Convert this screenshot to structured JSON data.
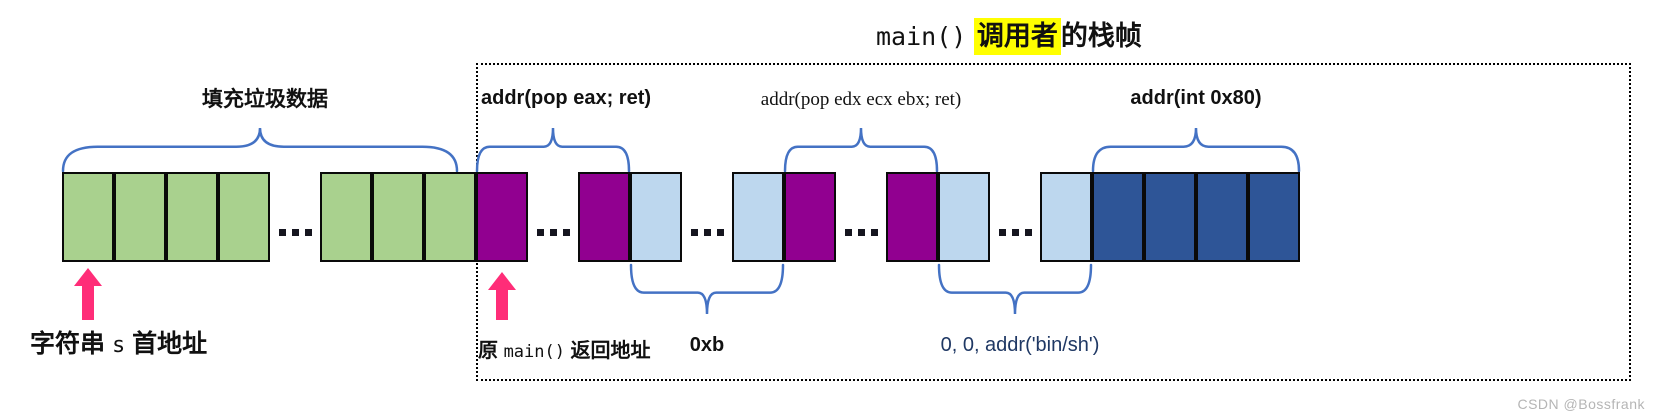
{
  "title": {
    "code": "main()",
    "highlight": "调用者",
    "suffix": "的栈帧"
  },
  "top_labels": {
    "garbage": "填充垃圾数据",
    "pop_eax": "addr(pop eax; ret)",
    "pop_regs": "addr(pop edx ecx ebx; ret)",
    "int80": "addr(int 0x80)"
  },
  "bottom_labels": {
    "string_addr_prefix": "字符串 ",
    "string_addr_code": "s",
    "string_addr_suffix": " 首地址",
    "ret_prefix": "原 ",
    "ret_code": "main()",
    "ret_suffix": " 返回地址",
    "eax_value": "0xb",
    "regs_values": "0, 0, addr('bin/sh')"
  },
  "watermark": "CSDN @Bossfrank",
  "colors": {
    "garbage": "#a9d18e",
    "gadget": "#910090",
    "value": "#bdd7ee",
    "int80": "#2e5597",
    "brace": "#4472c4",
    "arrow": "#ff2d78",
    "highlight": "#ffff00",
    "navy_text": "#1f3864"
  },
  "memory_row": {
    "segments": [
      {
        "kind": "cells",
        "color": "garbage",
        "count": 4
      },
      {
        "kind": "dots"
      },
      {
        "kind": "cells",
        "color": "garbage",
        "count": 3
      },
      {
        "kind": "cells",
        "color": "gadget",
        "count": 1
      },
      {
        "kind": "dots"
      },
      {
        "kind": "cells",
        "color": "gadget",
        "count": 1
      },
      {
        "kind": "cells",
        "color": "value",
        "count": 1
      },
      {
        "kind": "dots"
      },
      {
        "kind": "cells",
        "color": "value",
        "count": 1
      },
      {
        "kind": "cells",
        "color": "gadget",
        "count": 1
      },
      {
        "kind": "dots"
      },
      {
        "kind": "cells",
        "color": "gadget",
        "count": 1
      },
      {
        "kind": "cells",
        "color": "value",
        "count": 1
      },
      {
        "kind": "dots"
      },
      {
        "kind": "cells",
        "color": "value",
        "count": 1
      },
      {
        "kind": "cells",
        "color": "int80",
        "count": 4
      }
    ]
  }
}
